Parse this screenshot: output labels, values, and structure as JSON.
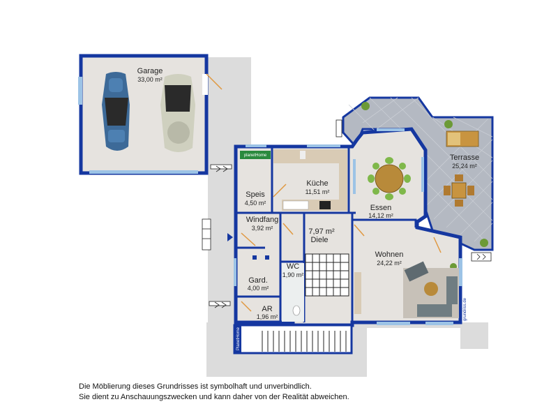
{
  "rooms": {
    "garage": {
      "name": "Garage",
      "area": "33,00 m²"
    },
    "terrasse": {
      "name": "Terrasse",
      "area": "25,24 m²"
    },
    "kueche": {
      "name": "Küche",
      "area": "11,51 m²"
    },
    "speis": {
      "name": "Speis",
      "area": "4,50 m²"
    },
    "essen": {
      "name": "Essen",
      "area": "14,12 m²"
    },
    "windfang": {
      "name": "Windfang",
      "area": "3,92 m²"
    },
    "diele": {
      "name": "Diele",
      "area": "7,97 m²"
    },
    "wohnen": {
      "name": "Wohnen",
      "area": "24,22 m²"
    },
    "wc": {
      "name": "WC",
      "area": "1,90 m²"
    },
    "gard": {
      "name": "Gard.",
      "area": "4,00 m²"
    },
    "ar": {
      "name": "AR",
      "area": "1,96 m²"
    }
  },
  "watermarks": {
    "planethome_top": "planetHome",
    "planethome_side": "PlanetHome",
    "grundriss": "grundriss.de"
  },
  "disclaimer": {
    "line1": "Die Möblierung dieses Grundrisses ist symbolhaft und unverbindlich.",
    "line2": "Sie dient zu Anschauungszwecken und kann daher von der Realität abweichen."
  },
  "colors": {
    "wall": "#1537a0",
    "floor": "#e6e3df",
    "outdoor": "#d9d9d9",
    "terrace": "#b4b9c2",
    "window": "#9cc3e6"
  }
}
